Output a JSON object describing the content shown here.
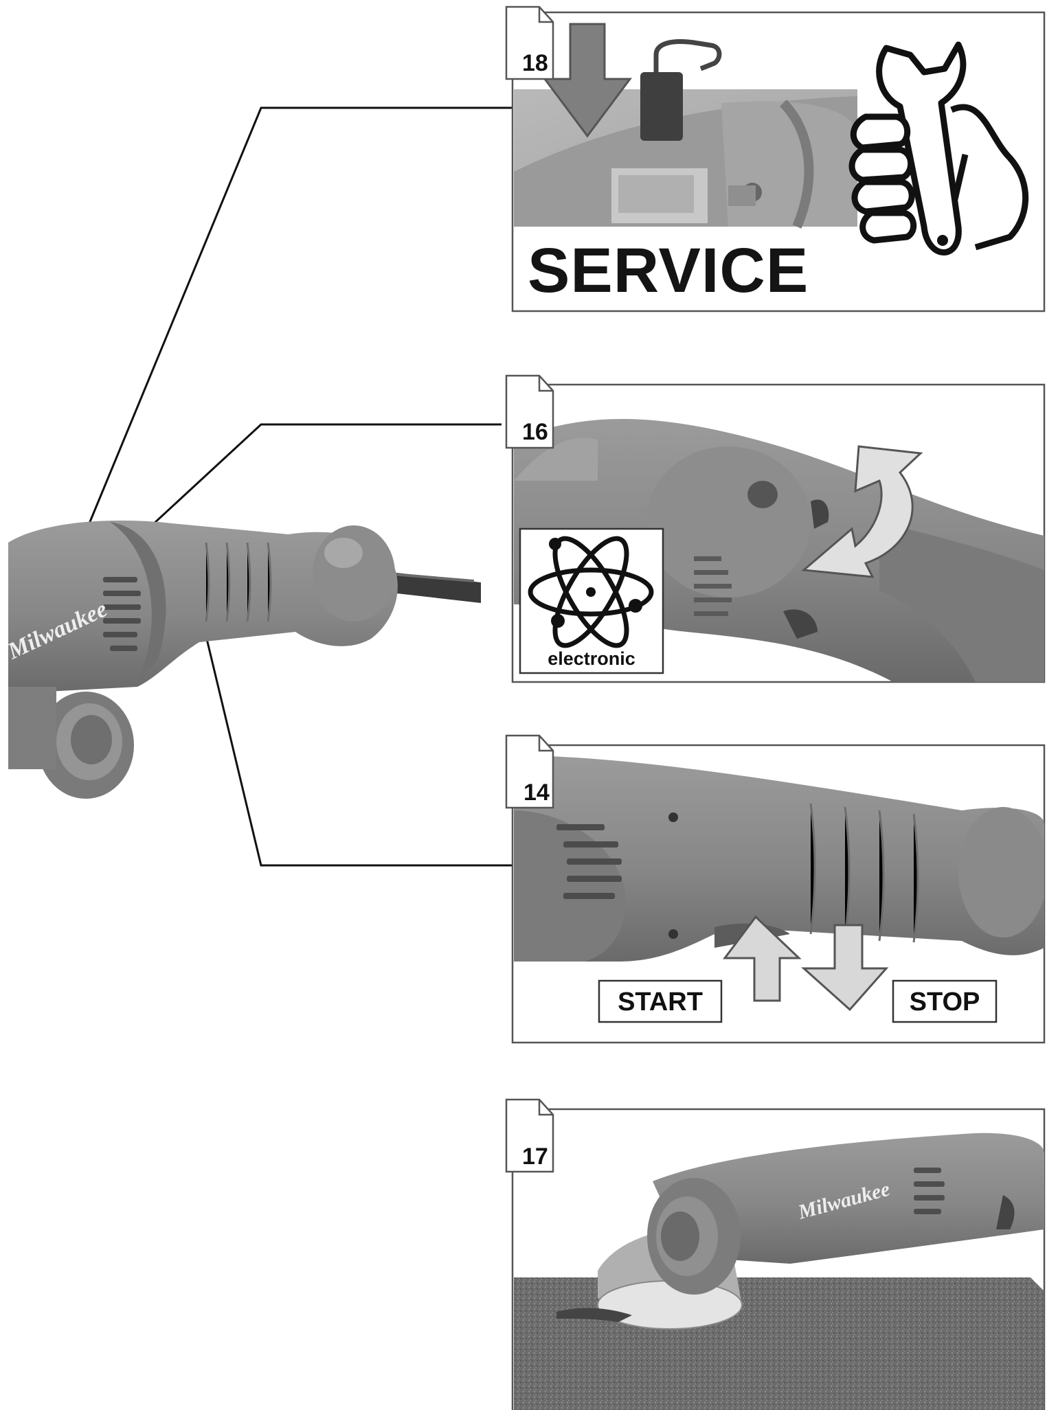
{
  "panels": [
    {
      "id": "service",
      "number": "18",
      "caption": "SERVICE"
    },
    {
      "id": "electronic",
      "number": "16",
      "caption": "electronic"
    },
    {
      "id": "switch",
      "number": "14",
      "labels": {
        "start": "START",
        "stop": "STOP"
      }
    },
    {
      "id": "grinding",
      "number": "17"
    }
  ],
  "brand_logo": "Milwaukee",
  "icons": [
    "down-arrow-icon",
    "padlock-icon",
    "wrench-hand-icon",
    "atom-icon",
    "rotate-arrow-icon",
    "up-arrow-icon",
    "down-arrow-icon"
  ],
  "colors": {
    "tool_body": "#8a8a8a",
    "tool_dark": "#5e5e5e",
    "arrow_light": "#d8d8d8",
    "arrow_dark": "#7a7a7a",
    "frame": "#333333"
  }
}
